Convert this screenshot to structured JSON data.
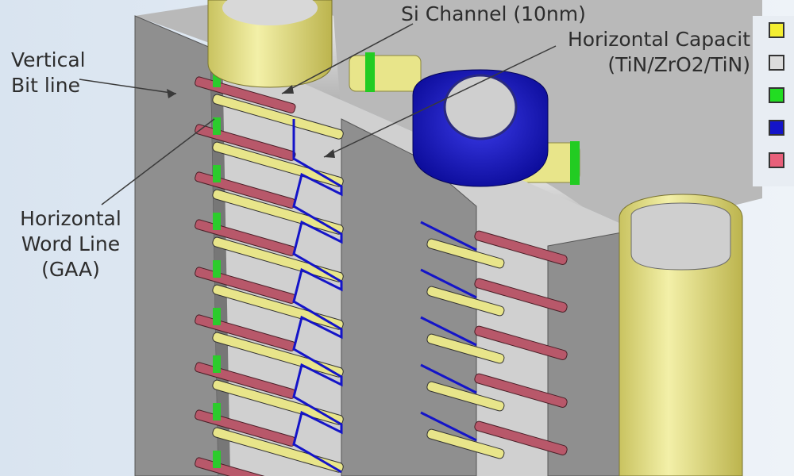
{
  "labels": {
    "bit_line": [
      "Vertical",
      "Bit line"
    ],
    "word_line": [
      "Horizontal",
      "Word Line",
      "(GAA)"
    ],
    "channel": "Si Channel (10nm)",
    "capacitor": [
      "Horizontal Capacit",
      "(TiN/ZrO2/TiN)"
    ]
  },
  "legend": [
    {
      "icon": "yellow-square",
      "color": "#f4ee31"
    },
    {
      "icon": "light-gray-square",
      "color": "#dcdcdc"
    },
    {
      "icon": "green-square",
      "color": "#22dd22"
    },
    {
      "icon": "blue-square",
      "color": "#1414c8"
    },
    {
      "icon": "pink-square",
      "color": "#e8607a"
    }
  ],
  "colors": {
    "tin_yellow": "#e8e58a",
    "oxide_gray": "#c8c8c8",
    "wall_gray": "#8f8f8f",
    "channel_green": "#2ccc2c",
    "capacitor_blue": "#1414c8",
    "wordline_pink": "#b8586a"
  }
}
